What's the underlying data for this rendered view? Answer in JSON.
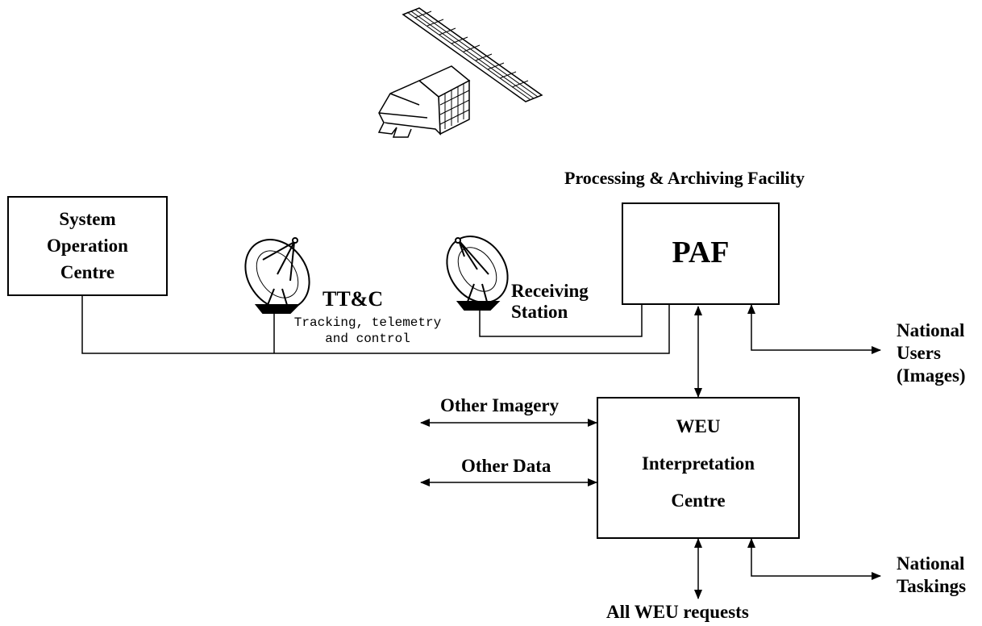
{
  "title": "Processing & Archiving Facility",
  "nodes": {
    "soc": [
      "System",
      "Operation",
      "Centre"
    ],
    "paf": "PAF",
    "weu": [
      "WEU",
      "Interpretation",
      "Centre"
    ],
    "ttc": "TT&C",
    "ttc_desc": [
      "Tracking, telemetry",
      "and control"
    ],
    "receiving": [
      "Receiving",
      "Station"
    ]
  },
  "labels": {
    "other_imagery": "Other Imagery",
    "other_data": "Other Data",
    "national_users": [
      "National",
      "Users",
      "(Images)"
    ],
    "national_taskings": [
      "National",
      "Taskings"
    ],
    "all_weu_requests": "All WEU requests"
  },
  "icons": [
    "satellite-icon",
    "ttc-dish-antenna-icon",
    "receiving-dish-antenna-icon"
  ]
}
